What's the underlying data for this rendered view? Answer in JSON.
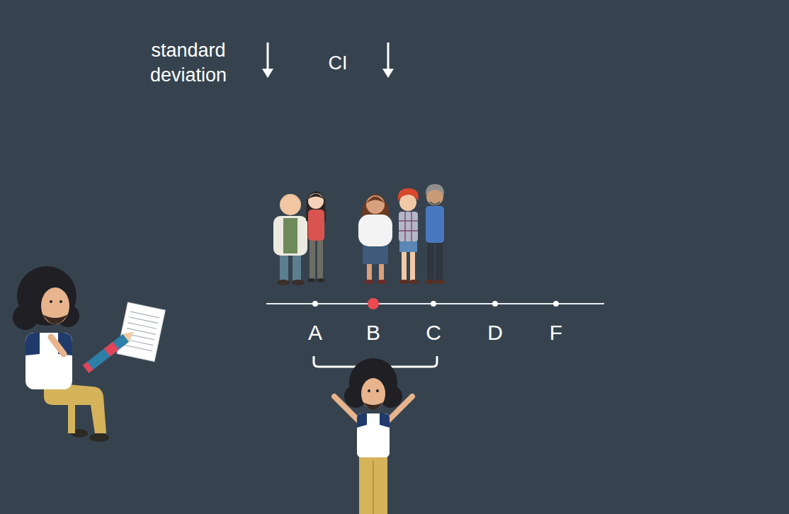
{
  "diagram": {
    "labels": [
      "standard deviation",
      "CI",
      "A",
      "B",
      "C",
      "D",
      "F"
    ]
  }
}
